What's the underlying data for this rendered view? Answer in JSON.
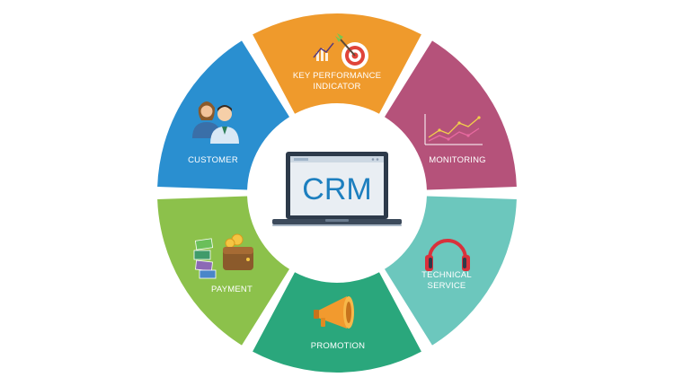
{
  "center": {
    "label": "CRM"
  },
  "segments": [
    {
      "id": "kpi",
      "lines": [
        "KEY PERFORMANCE",
        "INDICATOR"
      ],
      "icon": "target-icon",
      "color": "#ef9a2c"
    },
    {
      "id": "monitoring",
      "lines": [
        "MONITORING"
      ],
      "icon": "line-chart-icon",
      "color": "#b5527a"
    },
    {
      "id": "technical",
      "lines": [
        "TECHNICAL",
        "SERVICE"
      ],
      "icon": "headphones-icon",
      "color": "#6cc7bd"
    },
    {
      "id": "promotion",
      "lines": [
        "PROMOTION"
      ],
      "icon": "megaphone-icon",
      "color": "#2aa77c"
    },
    {
      "id": "payment",
      "lines": [
        "PAYMENT"
      ],
      "icon": "wallet-cash-icon",
      "color": "#8cc14b"
    },
    {
      "id": "customer",
      "lines": [
        "CUSTOMER"
      ],
      "icon": "customers-icon",
      "color": "#2a8fd0"
    }
  ]
}
